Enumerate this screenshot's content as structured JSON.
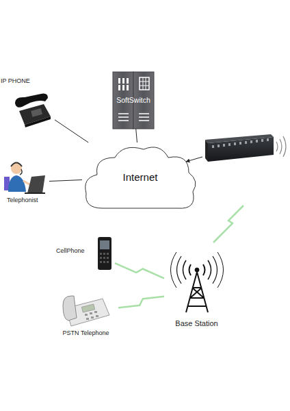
{
  "diagram": {
    "nodes": [
      {
        "text": [
          "SoftSwitch"
        ]
      },
      {
        "text": [
          "IP PHONE"
        ]
      },
      {
        "text": [
          "Internet"
        ]
      },
      {
        "text": [
          "Telephonist"
        ]
      },
      {
        "text": [
          "CellPhone"
        ]
      },
      {
        "text": [
          "Base Station"
        ]
      },
      {
        "text": [
          "PSTN Telephone"
        ]
      }
    ],
    "edges": [
      {
        "from": 1,
        "to": 2,
        "arrow": "none"
      },
      {
        "from": 0,
        "to": 2,
        "arrow": "none"
      },
      {
        "from": 3,
        "to": 2,
        "arrow": "none"
      },
      {
        "from": 4,
        "to": 5,
        "arrow": "none"
      },
      {
        "from": 6,
        "to": 5,
        "arrow": "none"
      }
    ]
  }
}
